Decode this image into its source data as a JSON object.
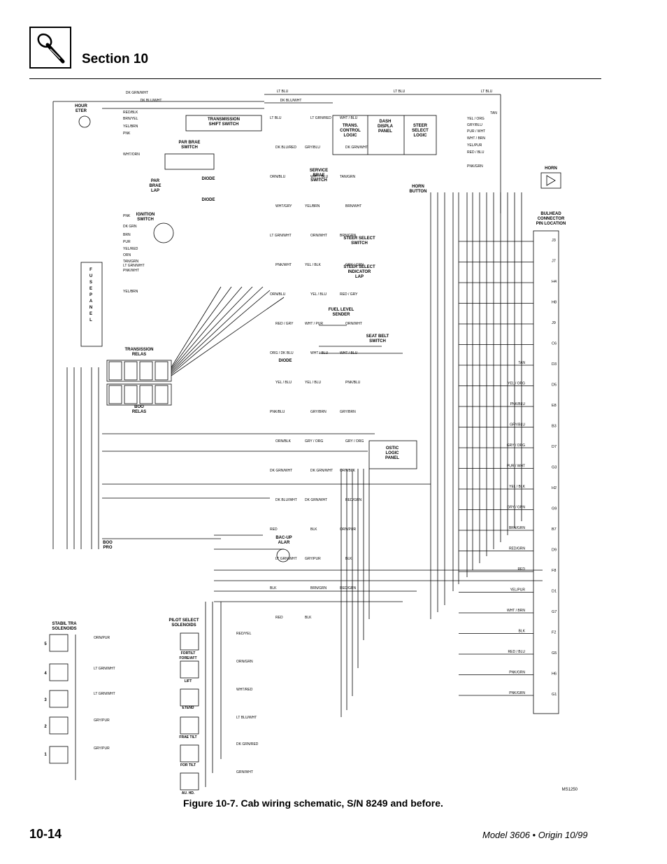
{
  "header": {
    "section_title": "Section 10",
    "icon": "wrench-icon"
  },
  "figure": {
    "caption": "Figure 10-7.  Cab wiring schematic, S/N 8249 and before.",
    "id_label": "MS1250"
  },
  "footer": {
    "page_number": "10-14",
    "model_text": "Model 3606 • Origin 10/99"
  },
  "components": {
    "hour_meter": "HOUR\nETER",
    "transmission_shift_switch": "TRANSMISSION\nSHIFT SWITCH",
    "park_brake_switch": "PAR BRAE\nSWITCH",
    "park_brake_lamp": "PAR\nBRAE\nLAP",
    "diode1": "DIODE",
    "diode2": "DIODE",
    "diode3": "DIODE",
    "ignition_switch": "IGNITION\nSWITCH",
    "fuse_panel": "F U S E   P A N E L",
    "trans_control_logic": "TRANS.\nCONTROL\nLOGIC",
    "dash_display_panel": "DASH\nDISPLA\nPANEL",
    "steer_select_logic": "STEER\nSELECT\nLOGIC",
    "service_brake_switch": "SERVICE\nBRAE\nSWITCH",
    "horn_button": "HORN\nBUTTON",
    "horn": "HORN",
    "bulkhead": "BULHEAD\nCONNECTOR\nPIN LOCATION",
    "steer_select_switch": "STEER SELECT\nSWITCH",
    "steer_select_indicator": "STEER SELECT\nINDICATOR\nLAP",
    "fuel_level_sender": "FUEL LEVEL\nSENDER",
    "seat_belt_switch": "SEAT BELT\nSWITCH",
    "transmission_relays": "TRANSISSION\nRELAS",
    "boom_relays": "BOO\nRELAS",
    "diagnostic_logic_panel": "OSTIC\nLOGIC\nPANEL",
    "backup_alarm": "BAC-UP\nALAR",
    "boom_prox": "BOO\nPRO",
    "stabil_solenoids": "STABIL TRA\nSOLENOIDS",
    "pilot_select_solenoids": "PILOT SELECT\nSOLENOIDS",
    "sol_labels": [
      "FORTILT\nFORE/AFT",
      "LIFT",
      "ETEND",
      "FRAE TILT",
      "FOR TILT",
      "AU. HD."
    ],
    "stabil_numbers": [
      "5",
      "4",
      "3",
      "2",
      "1"
    ]
  },
  "bulkhead_pins": [
    {
      "wire": "",
      "pin": "J3"
    },
    {
      "wire": "",
      "pin": "J7"
    },
    {
      "wire": "",
      "pin": "H4"
    },
    {
      "wire": "",
      "pin": "H8"
    },
    {
      "wire": "",
      "pin": "J9"
    },
    {
      "wire": "",
      "pin": "C6"
    },
    {
      "wire": "TAN",
      "pin": "D3"
    },
    {
      "wire": "YEL / ORG",
      "pin": "D5"
    },
    {
      "wire": "PNK/BLU",
      "pin": "E8"
    },
    {
      "wire": "GRY/BLU",
      "pin": "B3"
    },
    {
      "wire": "GRY / ORG",
      "pin": "D7"
    },
    {
      "wire": "PUR / WHT",
      "pin": "G3"
    },
    {
      "wire": "YEL / BLK",
      "pin": "H2"
    },
    {
      "wire": "GRY / GRN",
      "pin": "G9"
    },
    {
      "wire": "BRN/GRN",
      "pin": "B7"
    },
    {
      "wire": "RED/GRN",
      "pin": "D9"
    },
    {
      "wire": "RED",
      "pin": "F8"
    },
    {
      "wire": "YEL/PUR",
      "pin": "D1"
    },
    {
      "wire": "WHT / BRN",
      "pin": "G7"
    },
    {
      "wire": "BLK",
      "pin": "F2"
    },
    {
      "wire": "RED / BLU",
      "pin": "G5"
    },
    {
      "wire": "PNK/GRN",
      "pin": "H6"
    },
    {
      "wire": "PNK/GRN",
      "pin": "G1"
    }
  ],
  "top_wires": [
    {
      "label": "DK GRN/WHT"
    },
    {
      "label": "DK BLU/WHT"
    },
    {
      "label": "LT BLU"
    },
    {
      "label": "DK BLU/WHT"
    },
    {
      "label": "LT BLU"
    },
    {
      "label": "LT BLU"
    },
    {
      "label": "TAN"
    }
  ],
  "left_wires": [
    "RED/BLK",
    "BRN/YEL",
    "YEL/BRN",
    "PNK",
    "WHT/ORN",
    "PNK",
    "DK GRN",
    "BRN",
    "PUR",
    "YEL/RED",
    "ORN",
    "TAN/GRN",
    "LT GRN/WHT",
    "PNK/WHT",
    "YEL/BRN"
  ],
  "mid_wires": [
    "LT BLU",
    "LT GRN/RED",
    "WHT / BLU",
    "DK BLU/RED",
    "GRY/BLU",
    "DK GRN/WHT",
    "ORN/BLU",
    "WHT / BLU",
    "TAN/GRN",
    "WHT/GRY",
    "YEL/BRN",
    "BRN/WHT",
    "LT GRN/WHT",
    "ORN/WHT",
    "BRN/GRN",
    "PNK/WHT",
    "YEL / BLK",
    "GRY / GRN",
    "ORN/BLU",
    "YEL / BLU",
    "RED / GRY",
    "RED / GRY",
    "WHT / PUR",
    "ORN/WHT",
    "ORG / DK BLU",
    "WHT / BLU",
    "WHT / BLU",
    "YEL / BLU",
    "YEL / BLU",
    "PNK/BLU",
    "PNK/BLU",
    "GRY/BRN",
    "GRY/BRN",
    "ORN/BLK",
    "GRY / ORG",
    "GRY / ORG",
    "DK GRN/WHT",
    "DK GRN/WHT",
    "ORN/BLK",
    "DK BLU/WHT",
    "DK GRN/WHT",
    "RED/GRN",
    "RED",
    "BLK",
    "ORN/PUR",
    "LT GRN/WHT",
    "GRY/PUR",
    "BLK",
    "BLK",
    "BRN/GRN",
    "RED/GRN",
    "RED",
    "BLK"
  ],
  "right_top_wires": [
    "YEL / ORG",
    "GRY/BLU",
    "PUR / WHT",
    "WHT / BRN",
    "YEL/PUR",
    "RED / BLU",
    "PNK/GRN"
  ],
  "solenoid_wires": [
    "RED/YEL",
    "ORN/GRN",
    "WHT/RED",
    "LT BLU/WHT",
    "DK GRN/RED",
    "GRN/WHT"
  ],
  "stabil_wires": [
    "ORN/PUR",
    "LT GRN/WHT",
    "LT GRN/WHT",
    "GRY/PUR",
    "GRY/PUR"
  ],
  "colors": {
    "ink": "#000000",
    "paper": "#ffffff"
  }
}
